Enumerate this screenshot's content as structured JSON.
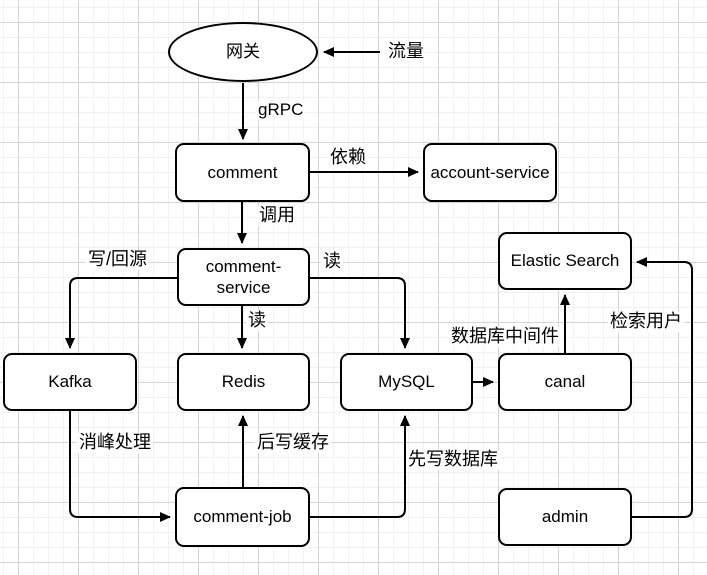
{
  "diagram": {
    "nodes": {
      "gateway": "网关",
      "comment": "comment",
      "account_service": "account-service",
      "comment_service": "comment-service",
      "kafka": "Kafka",
      "redis": "Redis",
      "mysql": "MySQL",
      "canal": "canal",
      "elastic_search": "Elastic Search",
      "comment_job": "comment-job",
      "admin": "admin"
    },
    "edge_labels": {
      "traffic": "流量",
      "grpc": "gRPC",
      "depends": "依赖",
      "invoke": "调用",
      "write_back": "写/回源",
      "read_right": "读",
      "read_down": "读",
      "peak_shaving": "消峰处理",
      "write_cache": "后写缓存",
      "write_db_first": "先写数据库",
      "db_middleware": "数据库中间件",
      "search_user": "检索用户"
    },
    "colors": {
      "stroke": "#000000",
      "node_fill": "#ffffff",
      "grid_minor": "#f2f2f2",
      "grid_major": "#d4d4d4"
    }
  }
}
